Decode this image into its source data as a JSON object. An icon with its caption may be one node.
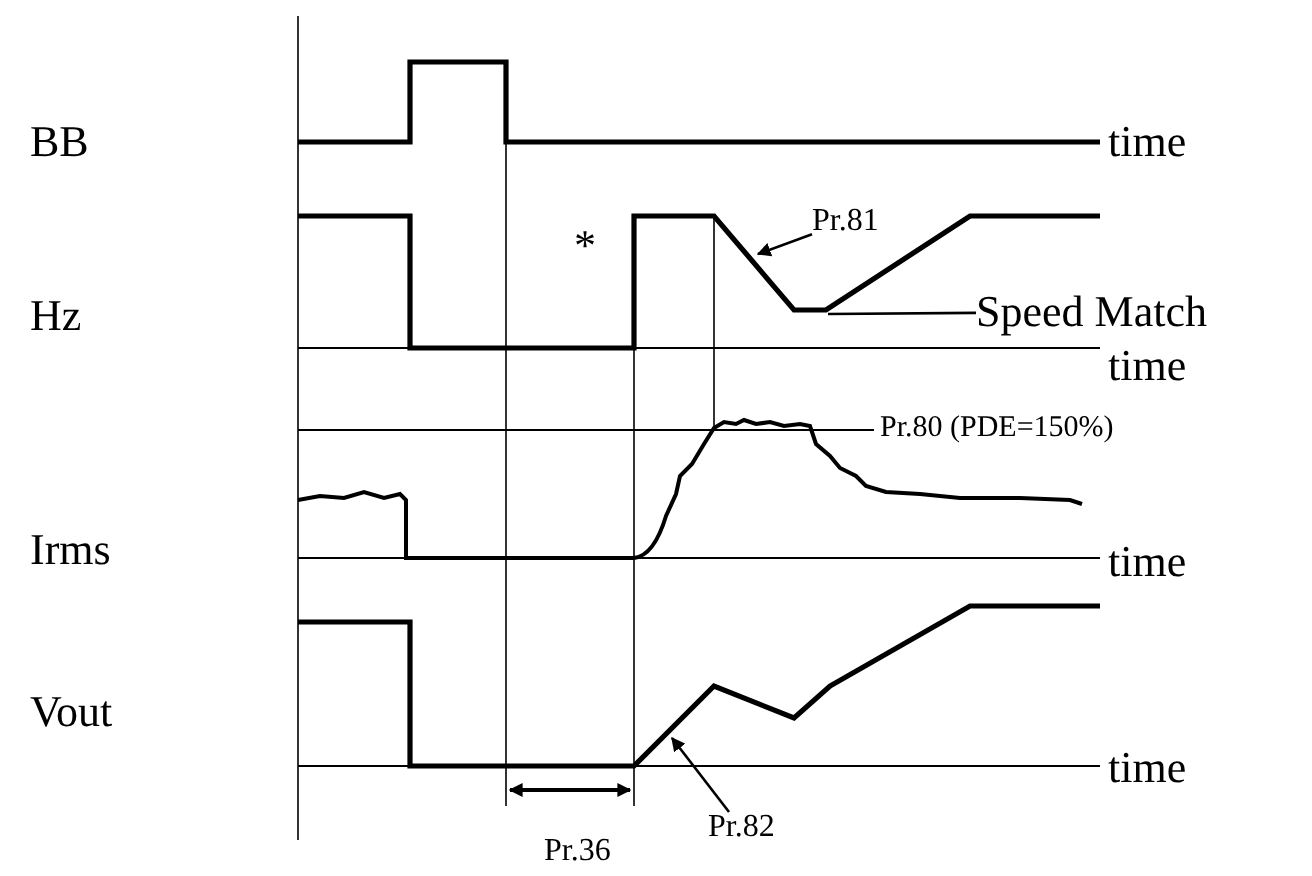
{
  "diagram": {
    "nodes": [
      {
        "text": [
          "Pr.81"
        ]
      },
      {
        "text": [
          "Speed Match"
        ]
      },
      {
        "text": [
          "Pr.82"
        ]
      }
    ],
    "edges": [
      {
        "from": 0,
        "to": null,
        "arrow": "to"
      },
      {
        "from": 1,
        "to": null,
        "arrow": "none"
      },
      {
        "from": 2,
        "to": null,
        "arrow": "to"
      }
    ],
    "labels": [
      "BB",
      "time",
      "*",
      "Hz",
      "time",
      "Pr.80 (PDE=150%)",
      "Irms",
      "time",
      "Vout",
      "time",
      "Pr.36"
    ]
  }
}
